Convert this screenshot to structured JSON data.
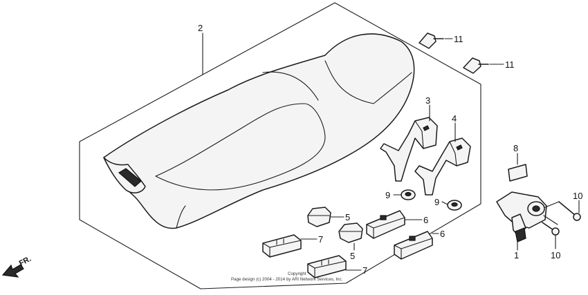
{
  "callouts": {
    "c1": "1",
    "c2": "2",
    "c3": "3",
    "c4": "4",
    "c5a": "5",
    "c5b": "5",
    "c6a": "6",
    "c6b": "6",
    "c7a": "7",
    "c7b": "7",
    "c8": "8",
    "c9a": "9",
    "c9b": "9",
    "c10a": "10",
    "c10b": "10",
    "c11a": "11",
    "c11b": "11"
  },
  "front_indicator": "FR.",
  "copyright": {
    "line1": "Copyright",
    "line2": "Page design (c) 2004 - 2014 by ARI Network Services, Inc."
  }
}
